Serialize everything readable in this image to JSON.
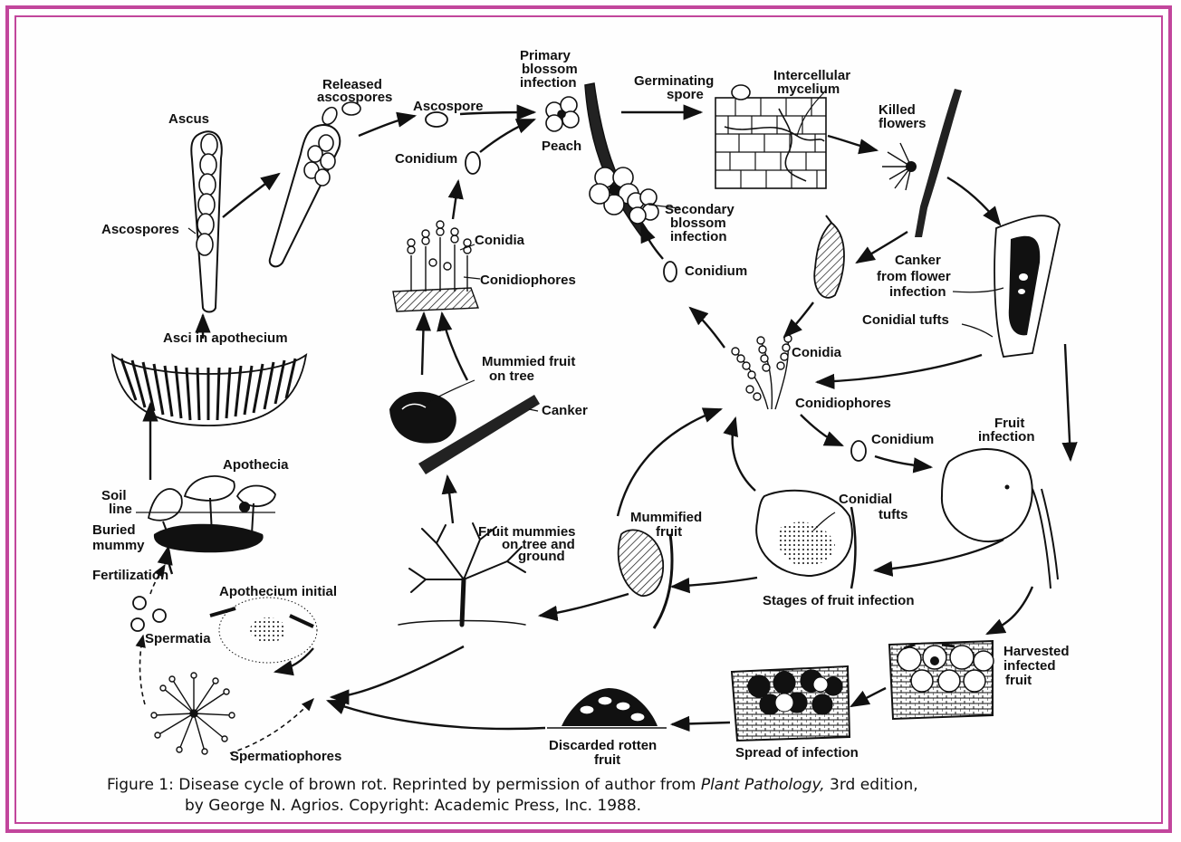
{
  "colors": {
    "frame": "#c2469c",
    "ink": "#111111"
  },
  "labels": {
    "ascus": "Ascus",
    "released_ascospores_1": "Released",
    "released_ascospores_2": "ascospores",
    "ascospore": "Ascospore",
    "primary_1": "Primary",
    "primary_2": "blossom",
    "primary_3": "infection",
    "peach": "Peach",
    "germinating_1": "Germinating",
    "germinating_2": "spore",
    "intercellular_1": "Intercellular",
    "intercellular_2": "mycelium",
    "killed_1": "Killed",
    "killed_2": "flowers",
    "conidium_top": "Conidium",
    "ascospores": "Ascospores",
    "secondary_1": "Secondary",
    "secondary_2": "blossom",
    "secondary_3": "infection",
    "conidia_left": "Conidia",
    "conidiophores_left": "Conidiophores",
    "conidium_mid": "Conidium",
    "canker_flower_1": "Canker",
    "canker_flower_2": "from flower",
    "canker_flower_3": "infection",
    "conidial_tufts_top": "Conidial  tufts",
    "asci_apothecium": "Asci in apothecium",
    "conidia_center": "Conidia",
    "mummied_1": "Mummied fruit",
    "mummied_2": "on tree",
    "canker": "Canker",
    "conidiophores_center": "Conidiophores",
    "conidium_right": "Conidium",
    "fruit_infection_1": "Fruit",
    "fruit_infection_2": "infection",
    "apothecia": "Apothecia",
    "soil_1": "Soil",
    "soil_2": "line",
    "buried_1": "Buried",
    "buried_2": "mummy",
    "fruit_mummies_1": "Fruit mummies",
    "fruit_mummies_2": "on tree and",
    "fruit_mummies_3": "ground",
    "mummified_1": "Mummified",
    "mummified_2": "fruit",
    "conidial_tufts_1": "Conidial",
    "conidial_tufts_2": "tufts",
    "fertilization": "Fertilization",
    "apothecium_initial": "Apothecium initial",
    "stages": "Stages of fruit infection",
    "spermatia": "Spermatia",
    "harvested_1": "Harvested",
    "harvested_2": "infected",
    "harvested_3": "fruit",
    "discarded_1": "Discarded rotten",
    "discarded_2": "fruit",
    "spread": "Spread of infection",
    "spermatiophores": "Spermatiophores"
  },
  "caption": {
    "line1_a": "Figure 1: Disease cycle of brown rot.  Reprinted by permission of author from ",
    "line1_italic": "Plant Pathology,",
    "line1_b": " 3rd edition,",
    "line2": "by George N. Agrios.  Copyright: Academic Press, Inc. 1988."
  }
}
